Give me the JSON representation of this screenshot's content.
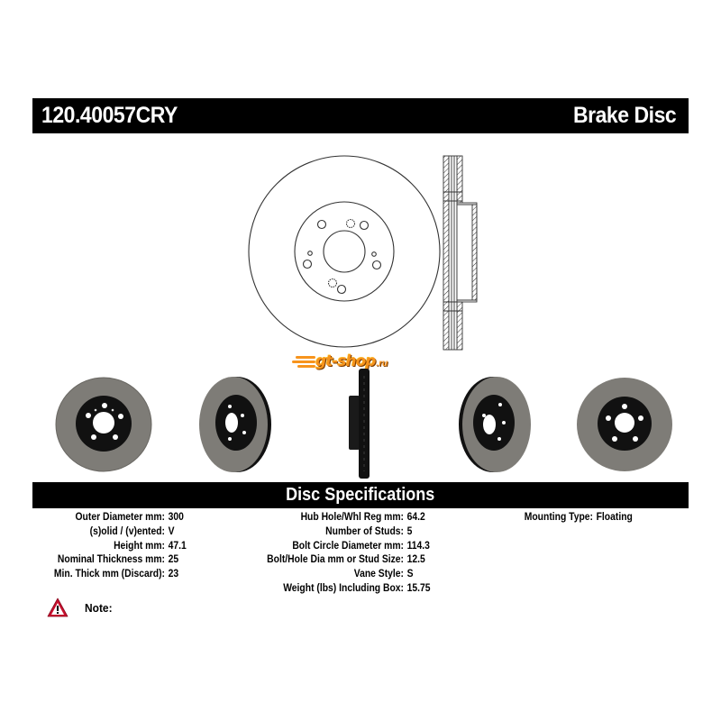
{
  "header": {
    "part_number": "120.40057CRY",
    "product_type": "Brake Disc"
  },
  "drawing": {
    "front_view_icon": "rotor-front-line-drawing",
    "side_view_icon": "rotor-cross-section-drawing"
  },
  "watermark": {
    "text": "gt-shop",
    "tld": ".ru",
    "color": "#f7941d"
  },
  "photos": [
    {
      "view": "front",
      "icon": "rotor-photo-front"
    },
    {
      "view": "angled-left",
      "icon": "rotor-photo-angled"
    },
    {
      "view": "side-profile",
      "icon": "rotor-photo-side"
    },
    {
      "view": "angled-right",
      "icon": "rotor-photo-angled-back"
    },
    {
      "view": "back",
      "icon": "rotor-photo-back"
    }
  ],
  "specs": {
    "title": "Disc Specifications",
    "column1": [
      {
        "label": "Outer Diameter mm:",
        "value": "300"
      },
      {
        "label": "(s)olid / (v)ented:",
        "value": "V"
      },
      {
        "label": "Height mm:",
        "value": "47.1"
      },
      {
        "label": "Nominal Thickness mm:",
        "value": "25"
      },
      {
        "label": "Min. Thick mm (Discard):",
        "value": "23"
      }
    ],
    "column2": [
      {
        "label": "Hub Hole/Whl Reg mm:",
        "value": "64.2"
      },
      {
        "label": "Number of Studs:",
        "value": "5"
      },
      {
        "label": "Bolt Circle Diameter mm:",
        "value": "114.3"
      },
      {
        "label": "Bolt/Hole Dia mm or Stud Size:",
        "value": "12.5"
      },
      {
        "label": "Vane Style:",
        "value": "S"
      },
      {
        "label": "Weight (lbs) Including Box:",
        "value": "15.75"
      }
    ],
    "column3": [
      {
        "label": "Mounting Type:",
        "value": "Floating"
      }
    ]
  },
  "note": {
    "label": "Note:",
    "icon": "warning-triangle-icon",
    "icon_color": "#c8102e"
  },
  "colors": {
    "bar_background": "#000000",
    "bar_text": "#ffffff",
    "rotor_surface": "#7e7c77",
    "rotor_hat": "#111111"
  }
}
